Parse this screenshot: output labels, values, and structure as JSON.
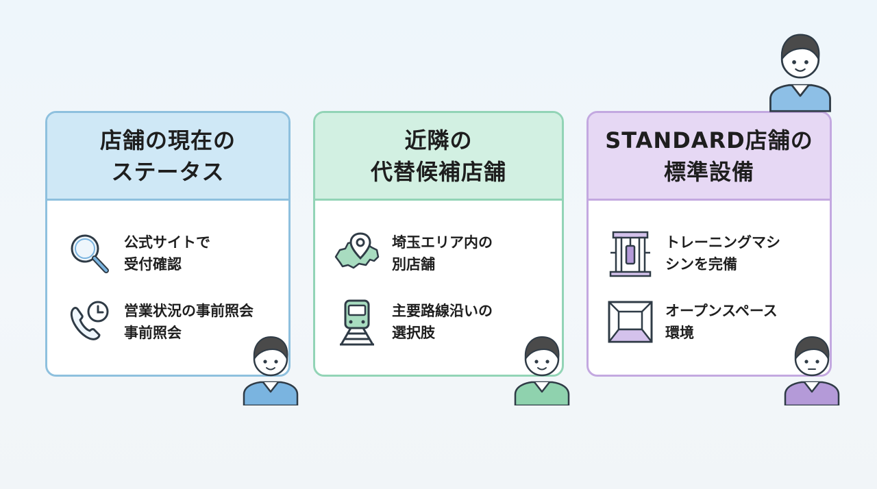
{
  "cards": [
    {
      "title": "店舗の現在の\nステータス",
      "color": "#8ec0de",
      "items": [
        {
          "icon": "magnifier-icon",
          "text": "公式サイトで\n受付確認"
        },
        {
          "icon": "phone-clock-icon",
          "text": "営業状況の事前照会\n事前照会"
        }
      ]
    },
    {
      "title": "近隣の\n代替候補店舗",
      "color": "#92d4b6",
      "items": [
        {
          "icon": "map-pin-icon",
          "text": "埼玉エリア内の\n別店舗"
        },
        {
          "icon": "train-icon",
          "text": "主要路線沿いの\n選択肢"
        }
      ]
    },
    {
      "title": "STANDARD店舗の\n標準設備",
      "color": "#c3a8e0",
      "items": [
        {
          "icon": "training-machine-icon",
          "text": "トレーニングマシ\nシンを完備"
        },
        {
          "icon": "open-space-icon",
          "text": "オープンスペース\n環境"
        }
      ]
    }
  ],
  "people": [
    {
      "icon": "person-icon",
      "shirt": "#7ab4e0"
    },
    {
      "icon": "person-icon",
      "shirt": "#8fd2ae"
    },
    {
      "icon": "person-icon",
      "shirt": "#b49ad8"
    },
    {
      "icon": "person-icon",
      "shirt": "#8dbfe6"
    }
  ]
}
